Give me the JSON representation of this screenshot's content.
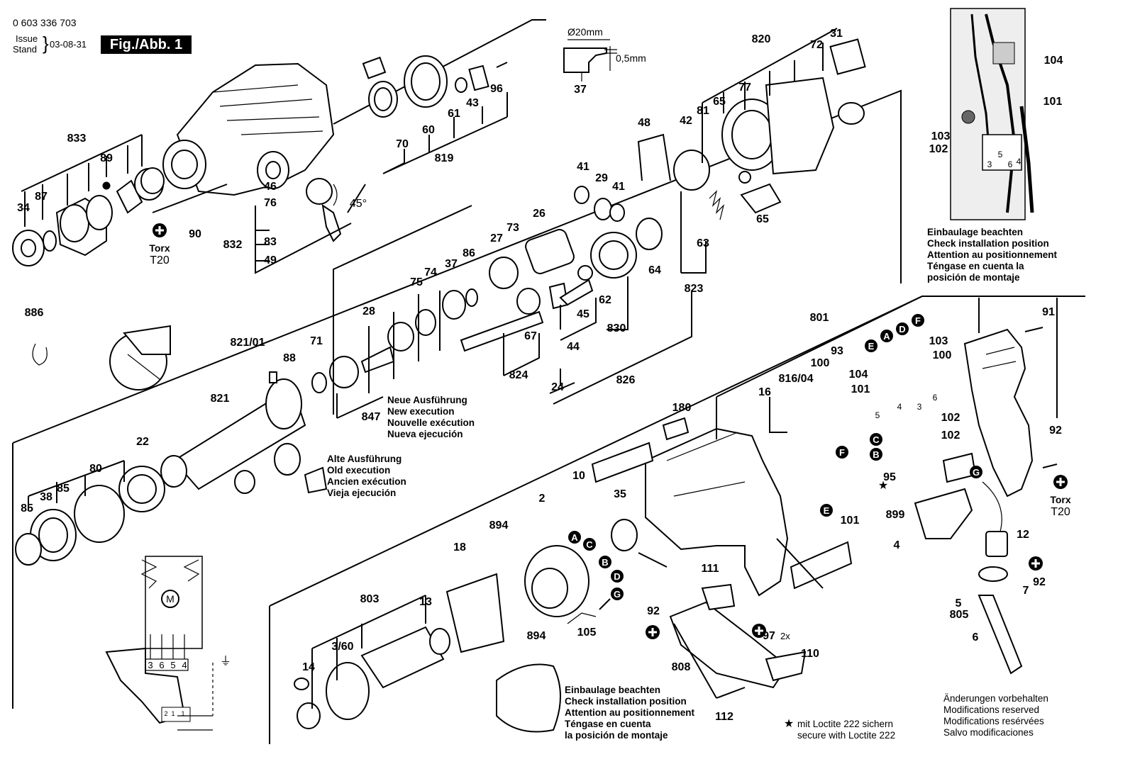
{
  "header": {
    "part_number": "0 603 336 703",
    "issue_label": "Issue",
    "stand_label": "Stand",
    "issue_date": "03-08-31",
    "figure_label": "Fig./Abb. 1"
  },
  "chisel_detail": {
    "diameter": "Ø20mm",
    "gap": "0,5mm",
    "part": "37"
  },
  "labels": [
    "833",
    "89",
    "87",
    "34",
    "90",
    "46",
    "76",
    "832",
    "83",
    "49",
    "70",
    "60",
    "61",
    "43",
    "96",
    "819",
    "48",
    "41",
    "29",
    "41",
    "26",
    "27",
    "73",
    "42",
    "81",
    "65",
    "77",
    "820",
    "72",
    "31",
    "65",
    "64",
    "63",
    "823",
    "830",
    "62",
    "45",
    "44",
    "86",
    "37",
    "74",
    "75",
    "28",
    "71",
    "88",
    "821/01",
    "821",
    "886",
    "22",
    "80",
    "85",
    "38",
    "85",
    "67",
    "824",
    "24",
    "826",
    "847",
    "801",
    "91",
    "92",
    "93",
    "100",
    "16",
    "816/04",
    "180",
    "10",
    "35",
    "2",
    "894",
    "18",
    "803",
    "13",
    "3/60",
    "14",
    "894",
    "105",
    "111",
    "92",
    "97",
    "110",
    "808",
    "112",
    "101",
    "12",
    "7",
    "92",
    "5",
    "805",
    "6",
    "4",
    "899",
    "95",
    "102",
    "102",
    "104",
    "101",
    "103",
    "100",
    "104",
    "101",
    "103",
    "102"
  ],
  "torx": [
    {
      "name": "Torx",
      "size": "T20"
    },
    {
      "name": "Torx",
      "size": "T20"
    }
  ],
  "angle": "45°",
  "loctite_note": [
    "mit Loctite 222 sichern",
    "secure with Loctite 222"
  ],
  "notes": {
    "new_execution": [
      "Neue Ausführung",
      "New execution",
      "Nouvelle exécution",
      "Nueva ejecución"
    ],
    "old_execution": [
      "Alte Ausführung",
      "Old execution",
      "Ancien exécution",
      "Vieja ejecución"
    ],
    "install_position_top": [
      "Einbaulage beachten",
      "Check installation position",
      "Attention au positionnement",
      "Téngase en cuenta la",
      "posición de montaje"
    ],
    "install_position_bottom": [
      "Einbaulage beachten",
      "Check installation position",
      "Attention au positionnement",
      "Téngase en cuenta",
      "la posición de montaje"
    ],
    "modifications": [
      "Änderungen vorbehalten",
      "Modifications reserved",
      "Modifications resérvées",
      "Salvo modificaciones"
    ]
  },
  "wiring": {
    "terminals": [
      "3",
      "6",
      "5",
      "4"
    ],
    "terminals_photo": [
      "3",
      "5",
      "6",
      "4"
    ],
    "motor": "M",
    "ground": "⏚",
    "wire_letters": [
      "E",
      "A",
      "D",
      "F",
      "C",
      "B",
      "G"
    ],
    "terminal_numbers": [
      "5",
      "4",
      "3",
      "6"
    ],
    "switch_small": [
      "2",
      "1",
      "1"
    ]
  }
}
